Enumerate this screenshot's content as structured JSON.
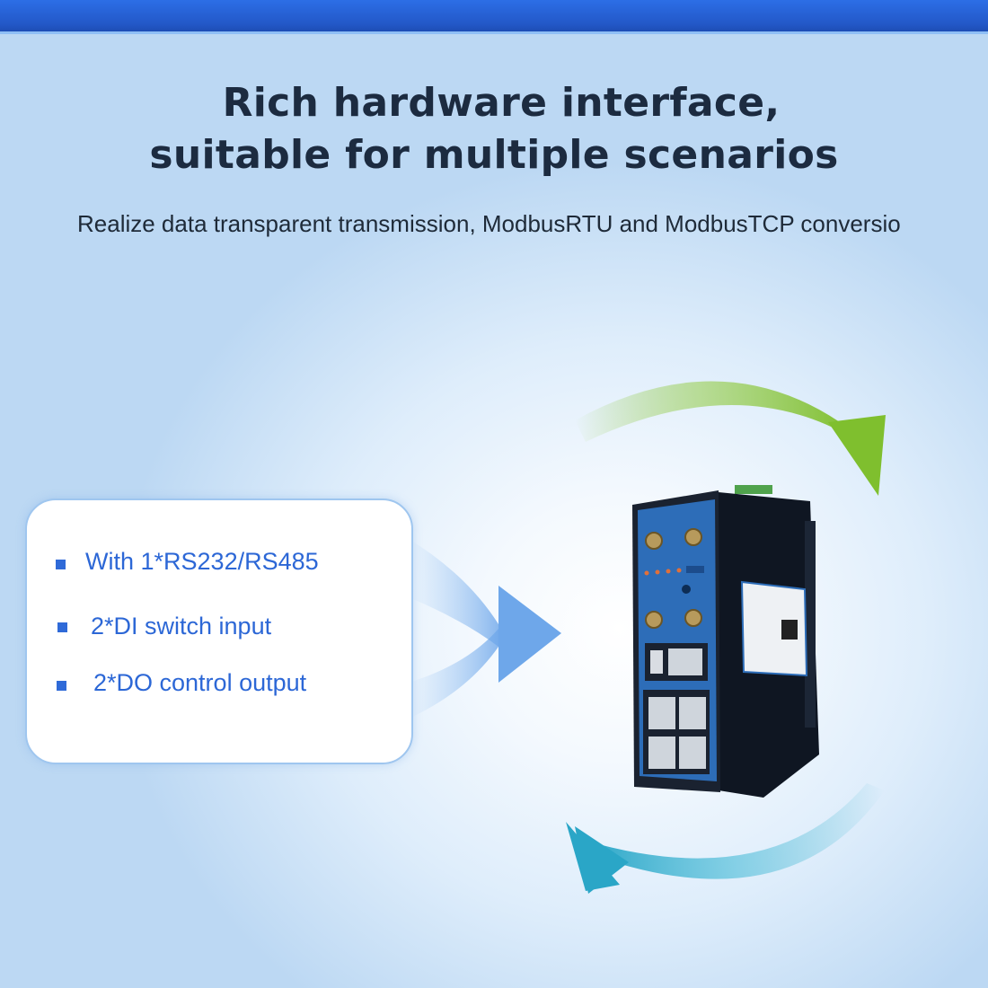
{
  "headline": {
    "line1": "Rich hardware interface,",
    "line2": "suitable for multiple scenarios"
  },
  "subheadline": "Realize data transparent transmission, ModbusRTU and ModbusTCP conversio",
  "features": [
    {
      "text": "With 1*RS232/RS485",
      "icon": "square-bullet-icon"
    },
    {
      "text": "2*DI switch input",
      "icon": "square-bullet-icon"
    },
    {
      "text": "2*DO control output",
      "icon": "square-bullet-icon"
    }
  ],
  "colors": {
    "banner": "#2358c8",
    "headline_text": "#1c2b40",
    "feature_text": "#2c67d6",
    "arrow_green": "#8cc63f",
    "arrow_teal": "#3fb3d0",
    "arrow_blue": "#7fb3ee",
    "device_body": "#141c2a",
    "device_panel": "#2a69b8"
  },
  "icons": [
    "cycle-arrow-green-icon",
    "cycle-arrow-teal-icon",
    "right-arrow-icon",
    "router-device-image"
  ]
}
